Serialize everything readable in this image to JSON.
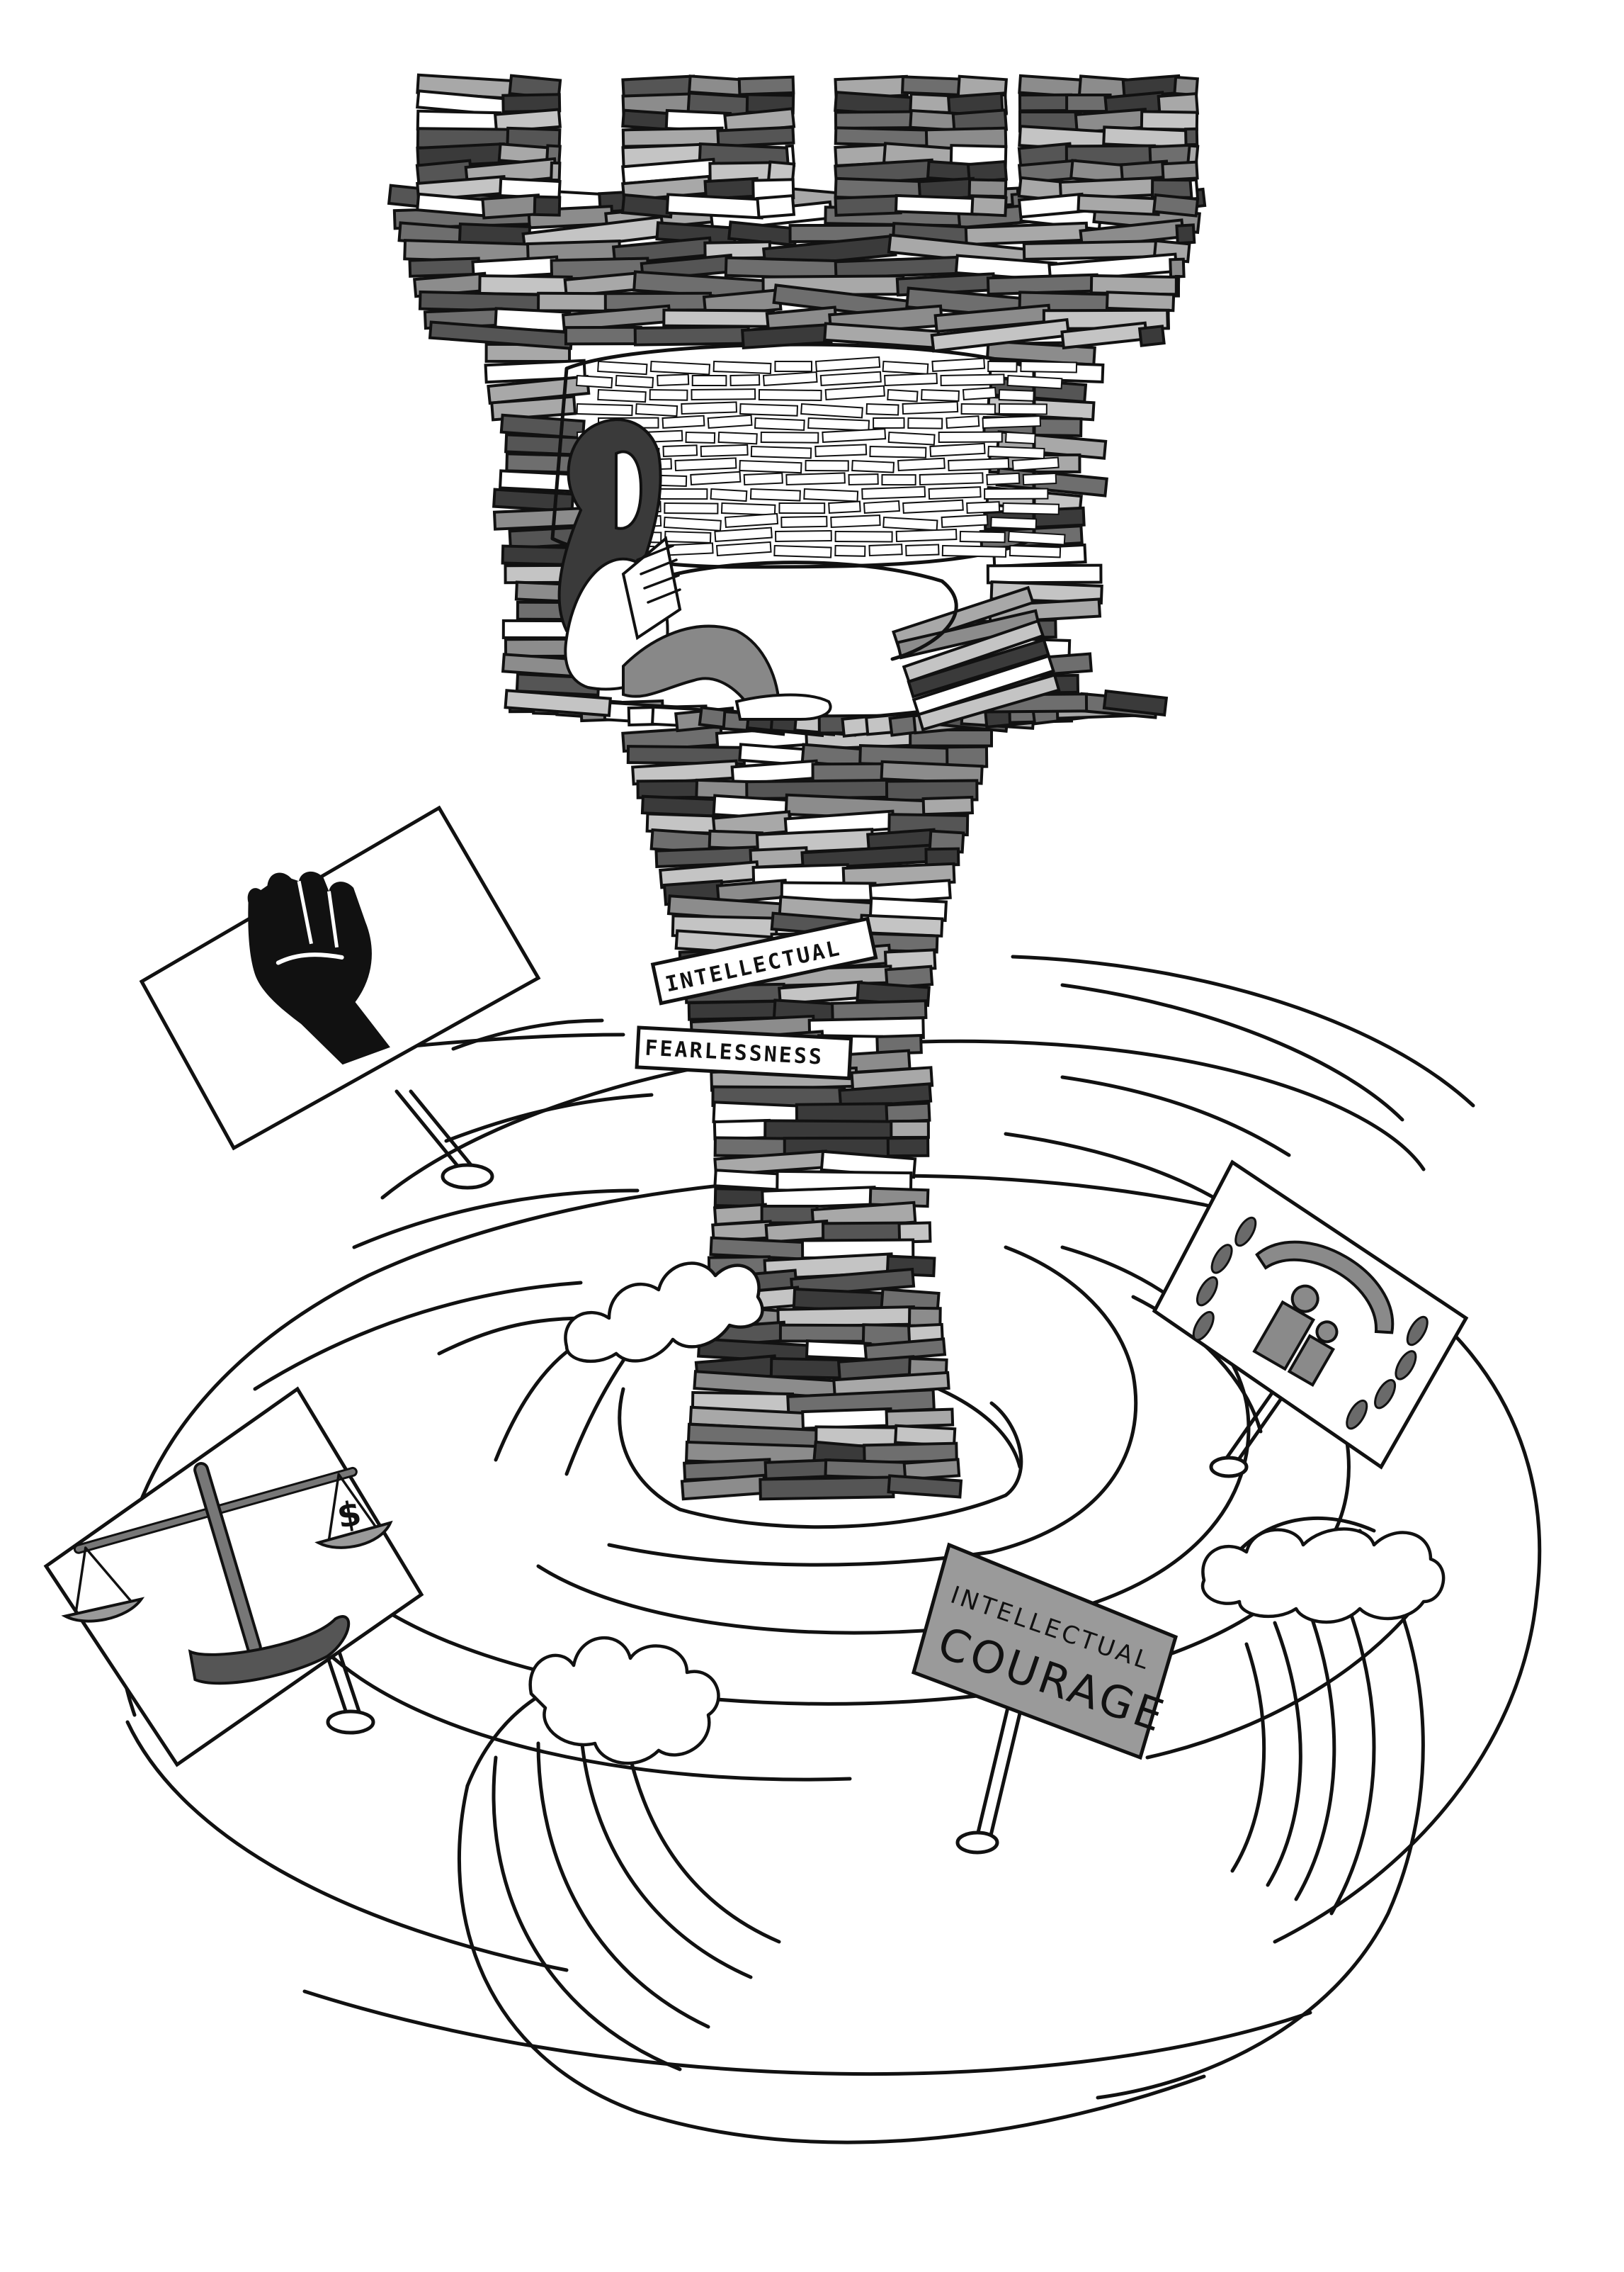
{
  "colors": {
    "ink": "#111111",
    "paper": "#ffffff",
    "book_dark": "#3a3a3a",
    "book_mid": "#6e6e6e",
    "book_light": "#a8a8a8",
    "sign_gray": "#9a9a9a",
    "fist_black": "#111111"
  },
  "book_spines": {
    "intellectual": "INTELLECTUAL",
    "fearlessness": "FEARLESSNESS"
  },
  "signs": {
    "courage_sign": {
      "line1": "INTELLECTUAL",
      "line2": "COURAGE"
    },
    "fist_sign": {
      "icon": "raised-fist-icon"
    },
    "justice_sign": {
      "icon": "scales-of-justice-icon"
    },
    "human_rights_sign": {
      "icon": "human-rights-emblem-icon"
    }
  },
  "figure": {
    "description_icon": "person-reading-book-icon"
  }
}
